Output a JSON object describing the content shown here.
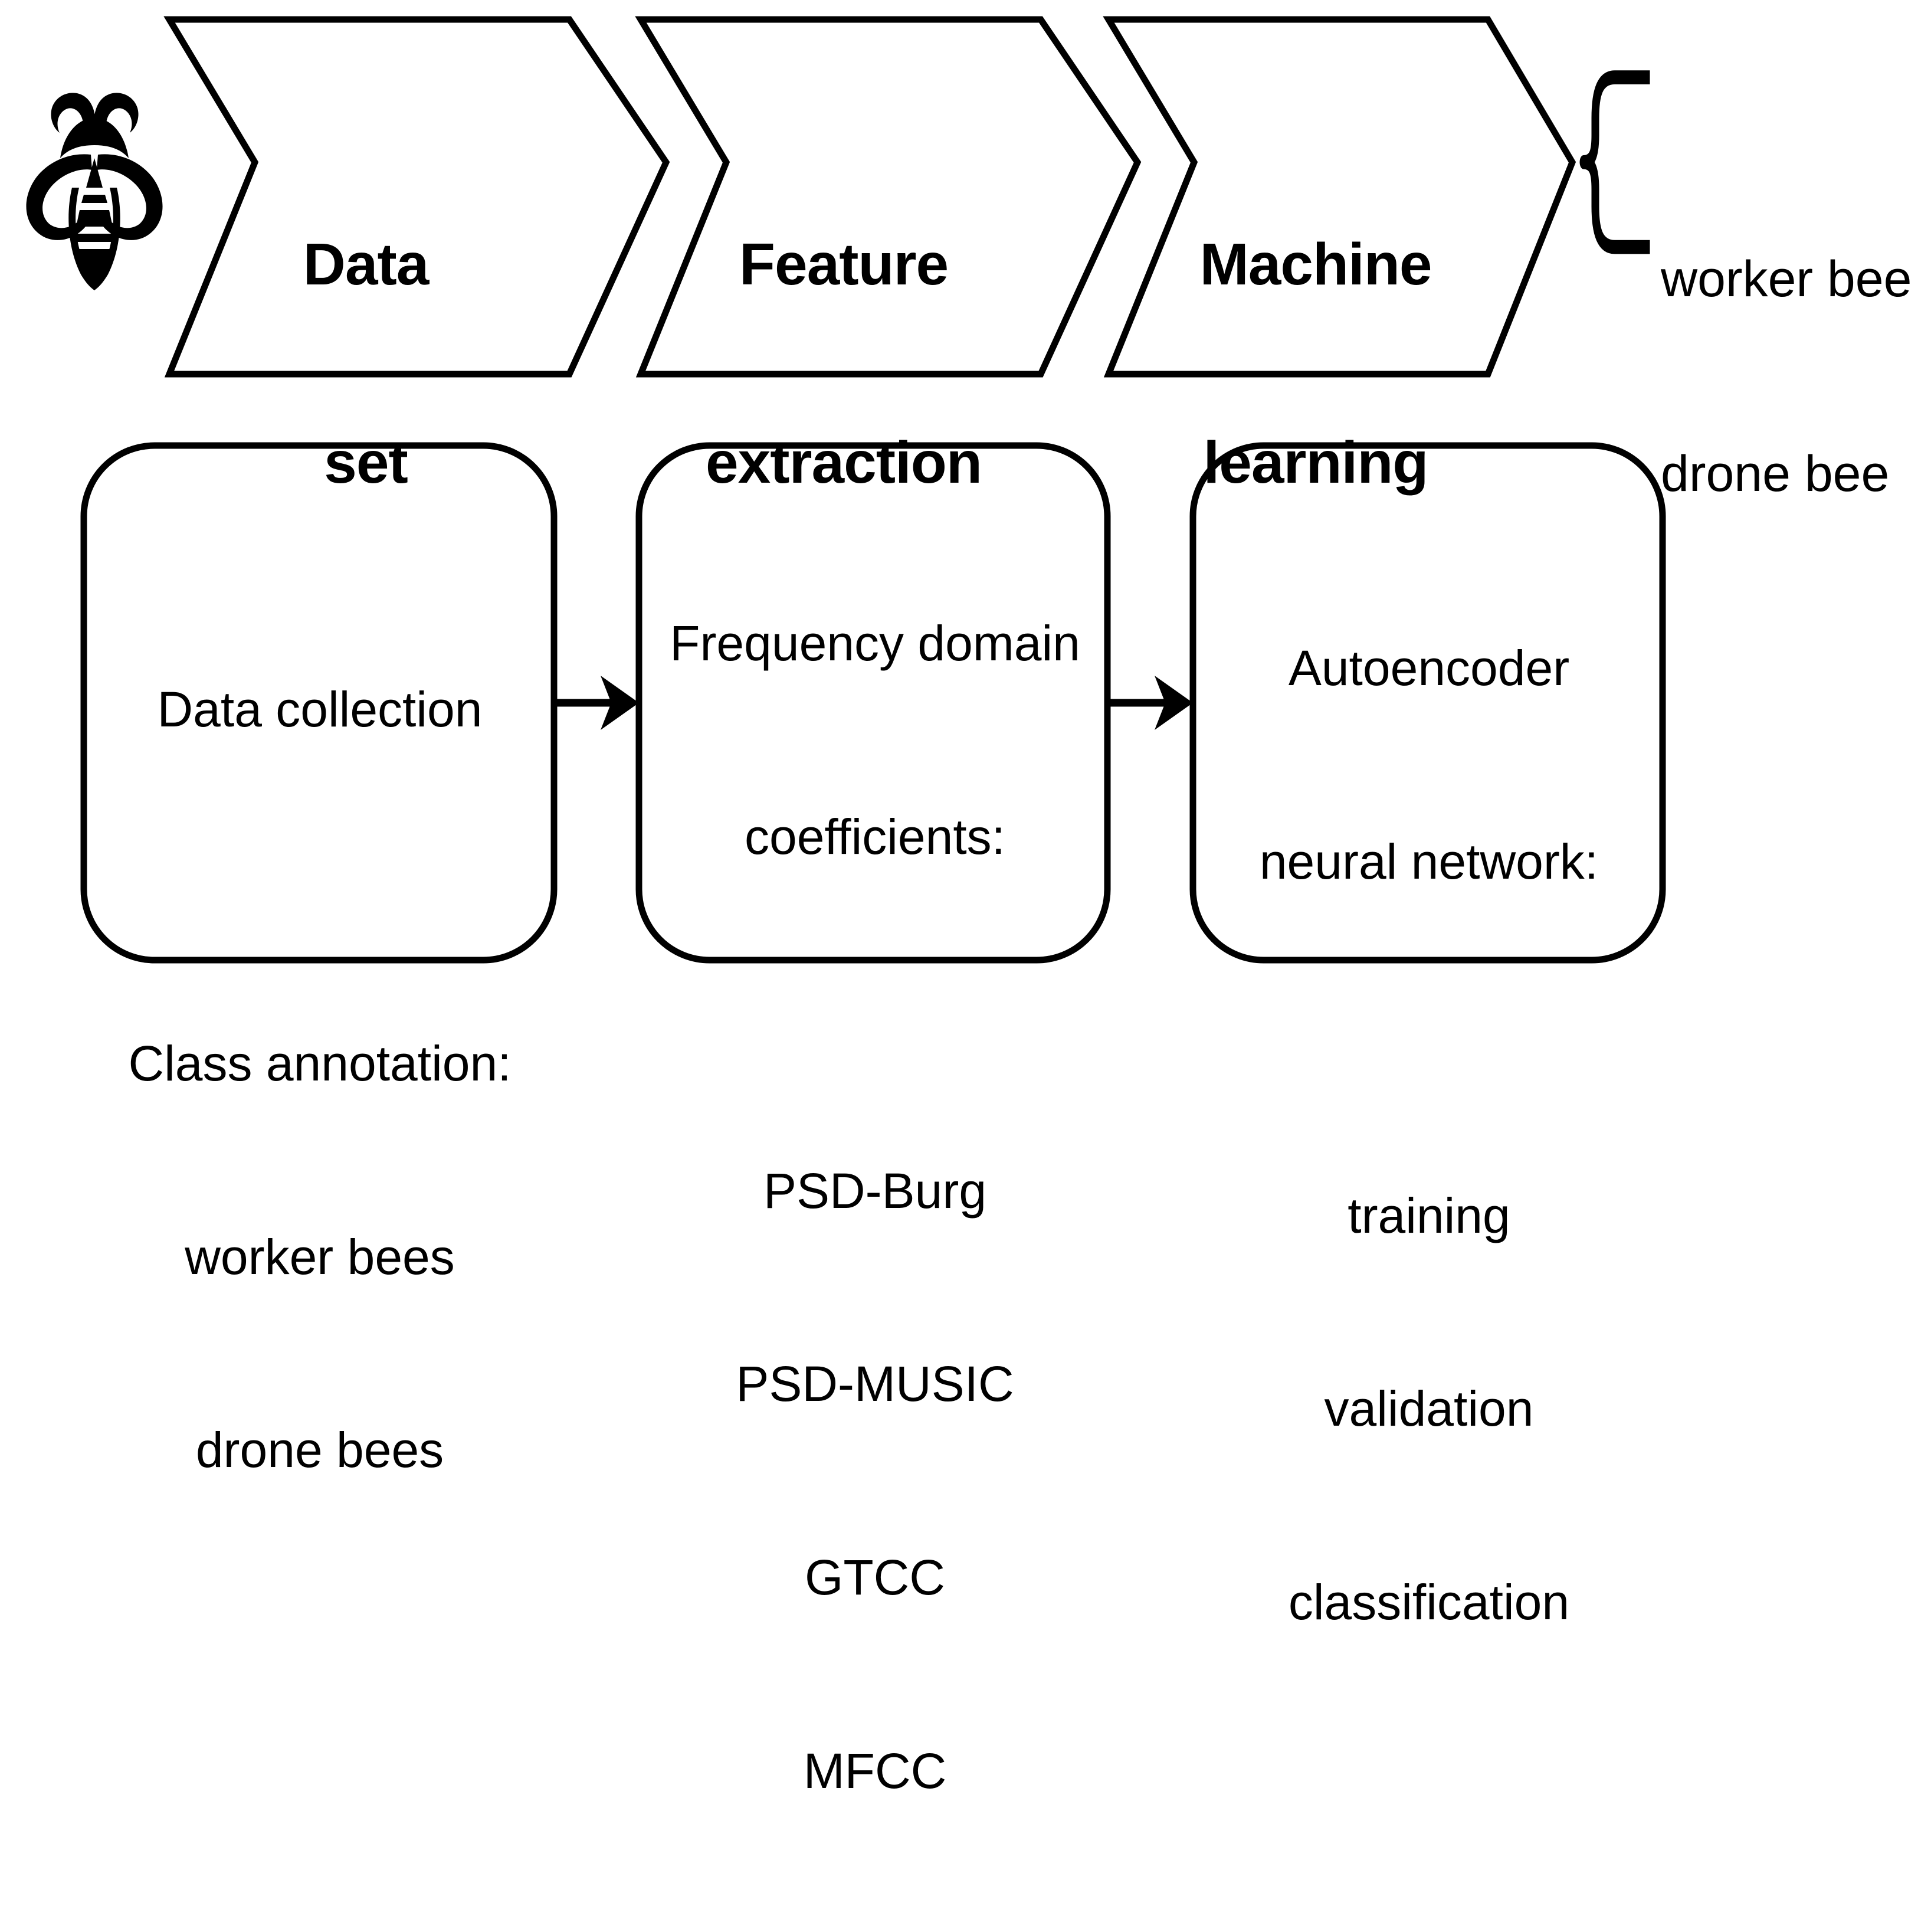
{
  "diagram": {
    "title": "Bee sound classification pipeline",
    "icon": "bee-icon",
    "stroke_color": "#000000",
    "background_color": "#ffffff",
    "pipeline": {
      "shape": "chevron",
      "stages": [
        {
          "id": "data-set",
          "line1": "Data",
          "line2": "set"
        },
        {
          "id": "feature-extraction",
          "line1": "Feature",
          "line2": "extraction"
        },
        {
          "id": "machine-learning",
          "line1": "Machine",
          "line2": "learning"
        }
      ],
      "outputs": {
        "brace": "curly-brace-right",
        "items": [
          "worker bee",
          "drone bee"
        ]
      }
    },
    "detail_boxes": [
      {
        "id": "data-collection",
        "lines": [
          "Data collection",
          "",
          "Class annotation:",
          "worker bees",
          "drone bees"
        ]
      },
      {
        "id": "frequency-domain-coefficients",
        "lines": [
          "Frequency domain",
          "coefficients:",
          "",
          "PSD-Burg",
          "PSD-MUSIC",
          "GTCC",
          "MFCC"
        ]
      },
      {
        "id": "autoencoder-neural-network",
        "lines": [
          "Autoencoder",
          "neural network:",
          "",
          "training",
          "validation",
          "classification"
        ]
      }
    ],
    "connectors": [
      {
        "id": "arrow-box1-to-box2",
        "type": "arrow-right"
      },
      {
        "id": "arrow-box2-to-box3",
        "type": "arrow-right"
      }
    ]
  }
}
